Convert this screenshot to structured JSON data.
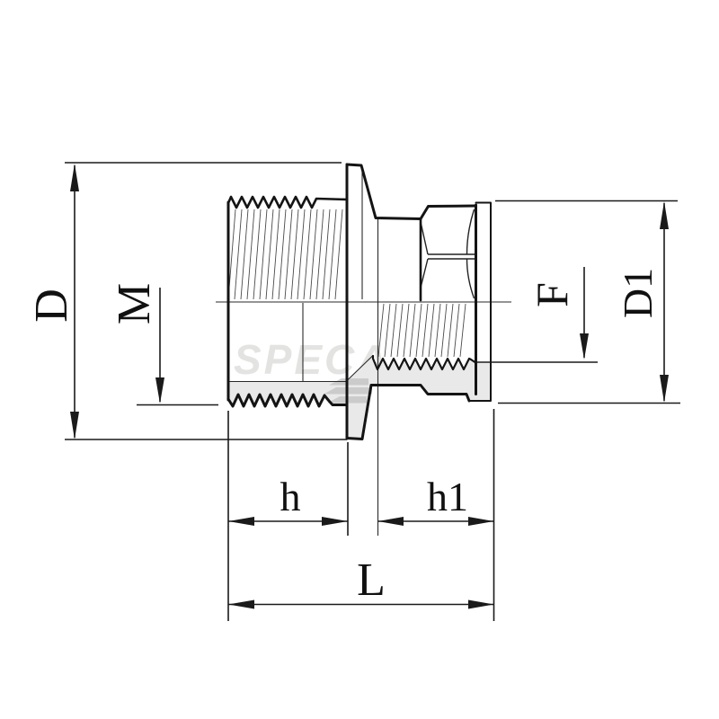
{
  "page": {
    "type": "technical-drawing",
    "subject": "threaded reducing adapter (male x female) half-section drawing",
    "background": "#ffffff"
  },
  "drawing": {
    "line_color": "#141414",
    "dimension_color": "#1a1a1a",
    "section_fill": "#e9e9e9",
    "dimension_labels": {
      "outer_diameter": "D",
      "male_thread": "M",
      "female_thread": "F",
      "socket_outer_diameter": "D1",
      "male_thread_length": "h",
      "female_thread_length": "h1",
      "overall_length": "L"
    },
    "watermark": {
      "text": "SPECA",
      "text_color": "#e3e3e1",
      "logo": "chevron-left-icon",
      "logo_color": "#c6c6c6"
    }
  }
}
